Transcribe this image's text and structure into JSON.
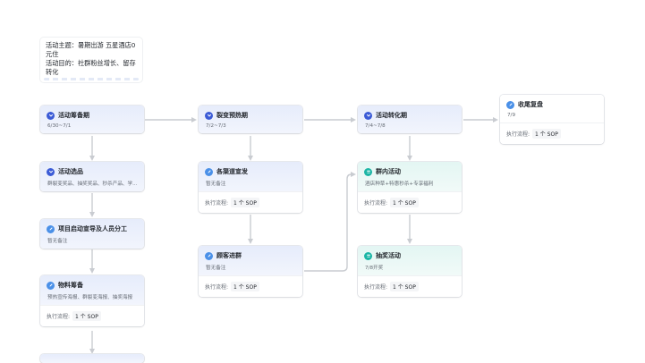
{
  "theme": {
    "line1": "活动主题：暑期出游 五星酒店0元住",
    "line2": "活动目的：社群粉丝增长、留存转化"
  },
  "sop_prefix": "执行流程:",
  "cards": {
    "prep": {
      "title": "活动筹备期",
      "sub": "6/30~7/1"
    },
    "warm": {
      "title": "裂变预热期",
      "sub": "7/2~7/3"
    },
    "conv": {
      "title": "活动转化期",
      "sub": "7/4~7/8"
    },
    "review": {
      "title": "收尾复盘",
      "sub": "7/9",
      "sop": "1 个 SOP"
    },
    "select": {
      "title": "活动选品",
      "sub": "群裂变奖品、抽奖奖品、秒杀产品、学..."
    },
    "promo": {
      "title": "各渠道宣发",
      "sub": "暂无备注",
      "sop": "1 个 SOP"
    },
    "group_act": {
      "title": "群内活动",
      "sub": "酒店种草+特惠秒杀+专享福利",
      "sop": "1 个 SOP"
    },
    "kickoff": {
      "title": "项目启动宣导及人员分工",
      "sub": "暂无备注"
    },
    "join": {
      "title": "顾客进群",
      "sub": "暂无备注",
      "sop": "1 个 SOP"
    },
    "lottery": {
      "title": "抽奖活动",
      "sub": "7/8开奖",
      "sop": "1 个 SOP"
    },
    "material": {
      "title": "物料筹备",
      "sub": "预热宣传海报、群裂变海报、抽奖海报",
      "sop": "1 个 SOP"
    }
  },
  "colors": {
    "line": "#c9ccd1",
    "navy": "#3b5bd6",
    "sky": "#4a90e8",
    "teal": "#1bb5a5"
  }
}
